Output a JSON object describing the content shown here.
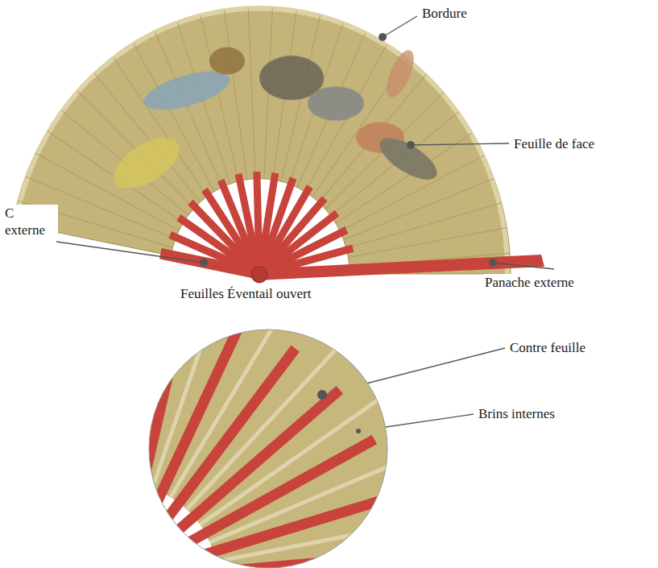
{
  "diagram": {
    "labels": [
      "Bordure",
      "Feuille de face",
      "C externe",
      "Feuilles Éventail ouvert",
      "Panache externe",
      "Contre feuille",
      "Brins internes"
    ]
  }
}
